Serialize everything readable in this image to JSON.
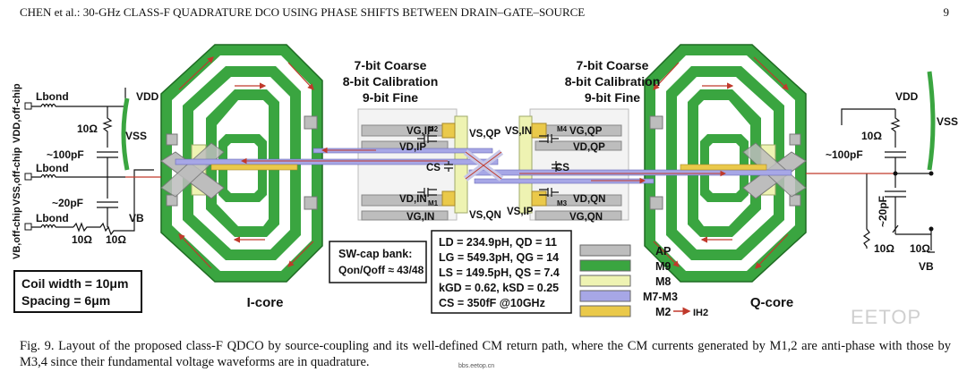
{
  "header": {
    "left": "CHEN et al.: 30-GHz CLASS-F QUADRATURE DCO USING PHASE SHIFTS BETWEEN DRAIN–GATE–SOURCE",
    "page_number": "9"
  },
  "figure": {
    "left_core_label": "I-core",
    "right_core_label": "Q-core",
    "calibration": {
      "l1": "7-bit Coarse",
      "l2": "8-bit Calibration",
      "l3": "9-bit Fine"
    },
    "coil_box": {
      "l1": "Coil width = 10μm",
      "l2": "Spacing = 6μm"
    },
    "swcap_box": {
      "l1": "SW-cap bank:",
      "l2": "Qon/Qoff ≈ 43/48"
    },
    "params": [
      "LD = 234.9pH, QD = 11",
      "LG = 549.3pH, QG = 14",
      "LS = 149.5pH, QS = 7.4",
      "kGD = 0.62, kSD = 0.25",
      "CS = 350fF    @10GHz"
    ],
    "legend": [
      {
        "label": "AP",
        "color": "#bdbdbd"
      },
      {
        "label": "M9",
        "color": "#3aa540"
      },
      {
        "label": "M8",
        "color": "#eef3b2"
      },
      {
        "label": "M7-M3",
        "color": "#a7a7e6"
      },
      {
        "label": "M2",
        "color": "#eac94a"
      }
    ],
    "legend_arrow_label": "IH2",
    "left_nodes": {
      "vdd": "VDD",
      "vss": "VSS",
      "vb": "VB",
      "vdd_offchip": "VDD,off-chip",
      "vss_offchip": "VSS,off-chip",
      "vb_offchip": "VB,off-chip",
      "lbond": "Lbond",
      "r1": "10Ω",
      "c1": "~100pF",
      "c2": "~20pF",
      "r2": "10Ω",
      "r3": "10Ω"
    },
    "right_nodes": {
      "vdd": "VDD",
      "vss": "VSS",
      "vb": "VB",
      "r1": "10Ω",
      "c1": "~100pF",
      "c2": "~20pF",
      "r2": "10Ω",
      "r3": "10Ω"
    },
    "center_nodes": {
      "vgip": "VG,IP",
      "vdip": "VD,IP",
      "vsqp": "VS,QP",
      "cs": "CS",
      "vdin": "VD,IN",
      "vgin": "VG,IN",
      "vsqn": "VS,QN",
      "m1": "M1",
      "m2": "M2",
      "m3": "M3",
      "m4": "M4",
      "vsin": "VS,IN",
      "vgqp": "VG,QP",
      "vdqp": "VD,QP",
      "vdqn": "VD,QN",
      "vsip": "VS,IP",
      "vgqn": "VG,QN"
    }
  },
  "caption": "Fig. 9.   Layout of the proposed class-F QDCO by source-coupling and its well-defined CM return path, where the CM currents generated by M1,2 are anti-phase with those by M3,4 since their fundamental voltage waveforms are in quadrature.",
  "watermark": "EETOP",
  "source_note": "bbs.eetop.cn"
}
